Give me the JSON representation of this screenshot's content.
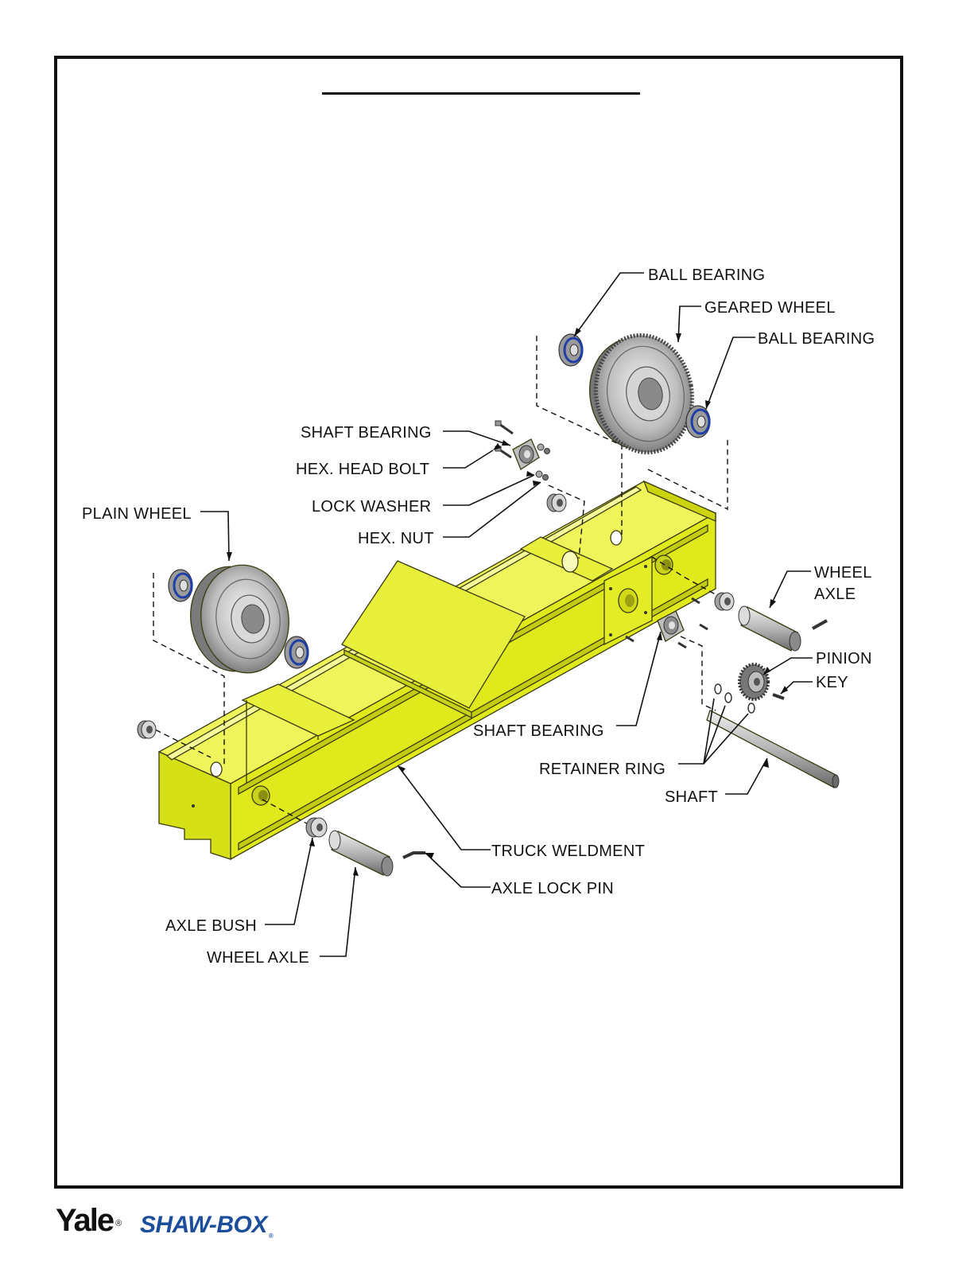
{
  "labels": {
    "ball_bearing_top": "BALL BEARING",
    "geared_wheel": "GEARED WHEEL",
    "ball_bearing_right": "BALL BEARING",
    "shaft_bearing_top": "SHAFT BEARING",
    "hex_head_bolt": "HEX. HEAD BOLT",
    "lock_washer": "LOCK WASHER",
    "hex_nut": "HEX. NUT",
    "plain_wheel": "PLAIN WHEEL",
    "wheel_axle_right_line1": "WHEEL",
    "wheel_axle_right_line2": "AXLE",
    "pinion": "PINION",
    "key": "KEY",
    "shaft_bearing_bottom": "SHAFT BEARING",
    "retainer_ring": "RETAINER RING",
    "shaft": "SHAFT",
    "truck_weldment": "TRUCK WELDMENT",
    "axle_lock_pin": "AXLE LOCK PIN",
    "axle_bush": "AXLE BUSH",
    "wheel_axle_left": "WHEEL AXLE"
  },
  "footer": {
    "brand_primary": "Yale",
    "brand_secondary": "SHAW-BOX"
  },
  "colors": {
    "weldment": "#e2ee1e",
    "weldment_dark": "#c9d21a",
    "bearing_seal": "#1f3fa8",
    "steel": "#b8b8b8",
    "brand_blue": "#1b4f9b"
  }
}
